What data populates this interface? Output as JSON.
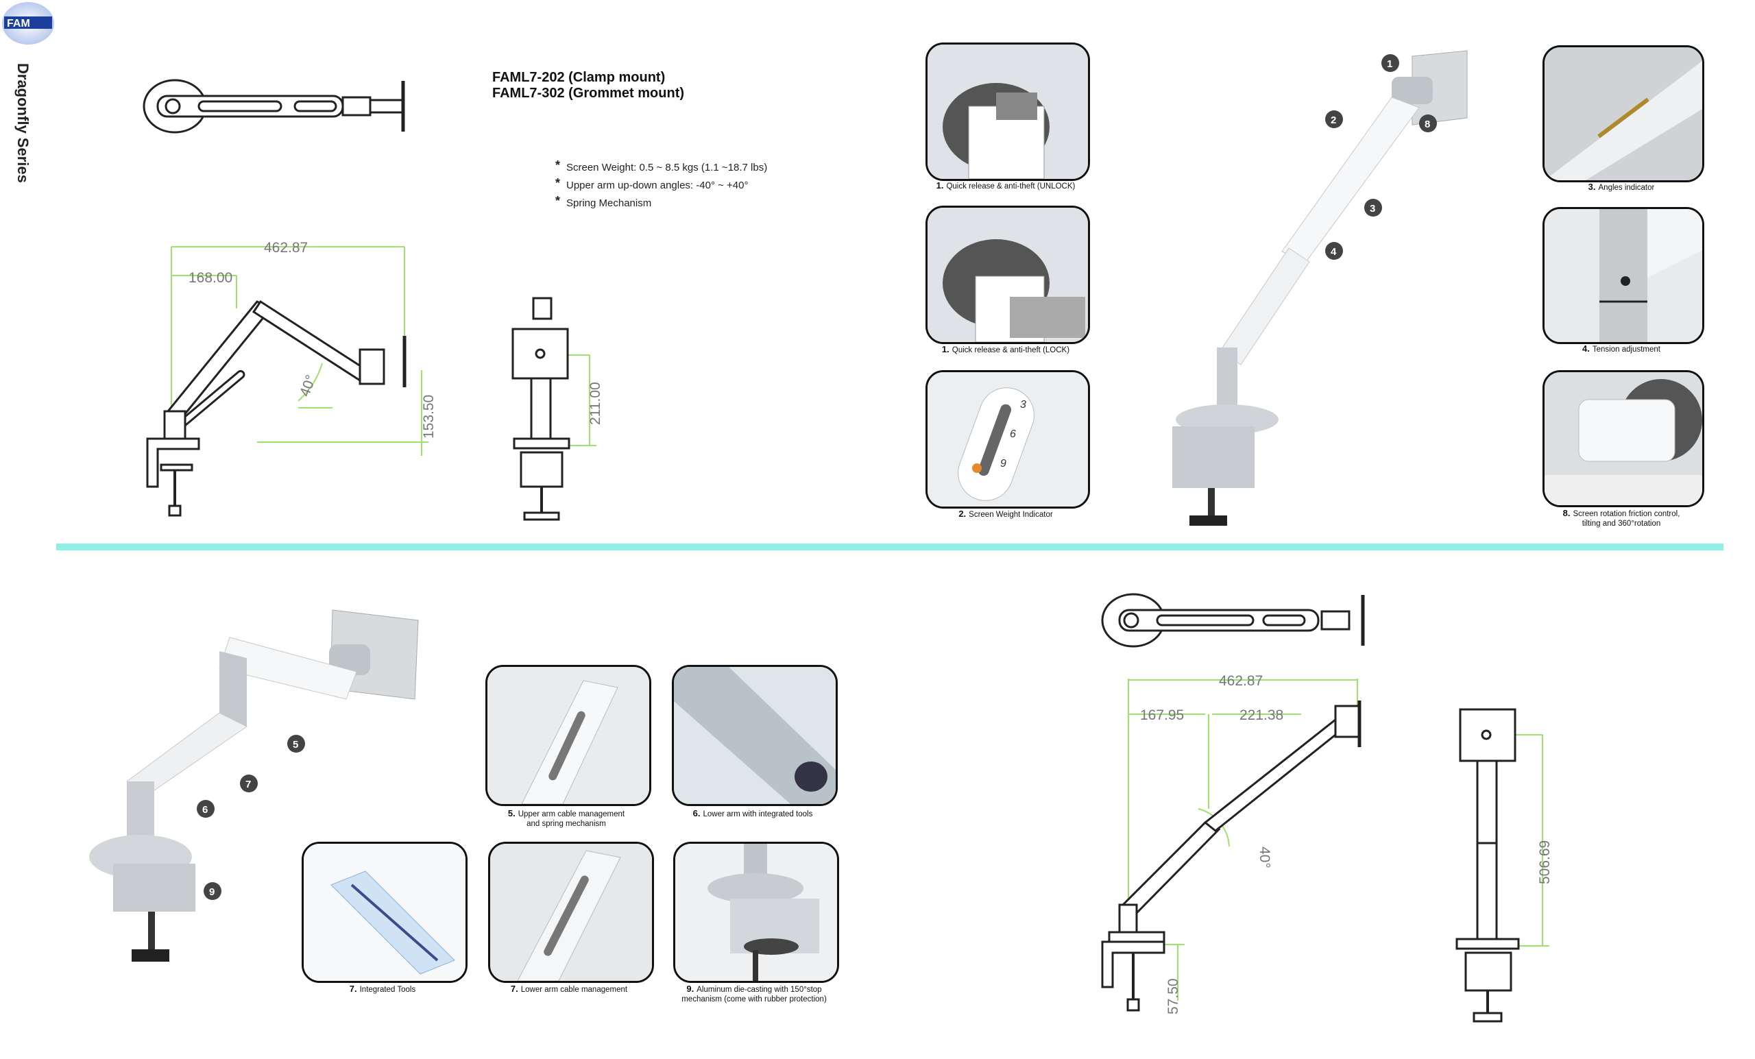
{
  "brand": {
    "logo_text": "FAM"
  },
  "series_title": "Dragonfly Series",
  "models": [
    "FAML7-202 (Clamp mount)",
    "FAML7-302 (Grommet mount)"
  ],
  "specs": [
    "Screen Weight: 0.5 ~ 8.5 kgs (1.1 ~18.7 lbs)",
    "Upper arm up-down angles: -40° ~ +40°",
    "Spring Mechanism"
  ],
  "dims_top": {
    "width": "462.87",
    "inner": "168.00",
    "angle": "40°",
    "height": "153.50",
    "side_height": "211.00"
  },
  "dims_bottom": {
    "width": "462.87",
    "inner_a": "167.95",
    "inner_b": "221.38",
    "angle": "40°",
    "side_height": "506.69",
    "base": "57.50"
  },
  "callouts_top": [
    "1",
    "2",
    "3",
    "4",
    "8"
  ],
  "callouts_bottom": [
    "5",
    "6",
    "7",
    "9"
  ],
  "features": {
    "f1": {
      "num": "1.",
      "text": "Quick release & anti-theft (UNLOCK)"
    },
    "f1b": {
      "num": "1.",
      "text": "Quick release & anti-theft (LOCK)"
    },
    "f2": {
      "num": "2.",
      "text": "Screen Weight Indicator"
    },
    "f3": {
      "num": "3.",
      "text": "Angles indicator"
    },
    "f4": {
      "num": "4.",
      "text": "Tension adjustment"
    },
    "f8": {
      "num": "8.",
      "line1": "Screen rotation friction control,",
      "line2": "tilting and 360°rotation"
    },
    "f5": {
      "num": "5.",
      "line1": "Upper arm cable management",
      "line2": "and spring mechanism"
    },
    "f6": {
      "num": "6.",
      "text": "Lower arm with integrated tools"
    },
    "f7a": {
      "num": "7.",
      "text": "Integrated Tools"
    },
    "f7b": {
      "num": "7.",
      "text": "Lower arm cable management"
    },
    "f9": {
      "num": "9.",
      "line1": "Aluminum die-casting with 150°stop",
      "line2": "mechanism (come with rubber protection)"
    }
  },
  "weight_indicator_marks": [
    "3",
    "6",
    "9"
  ],
  "colors": {
    "divider": "#8ef0e6",
    "dimension_line": "#9be36b",
    "logo_blue": "#1c3f9e"
  }
}
